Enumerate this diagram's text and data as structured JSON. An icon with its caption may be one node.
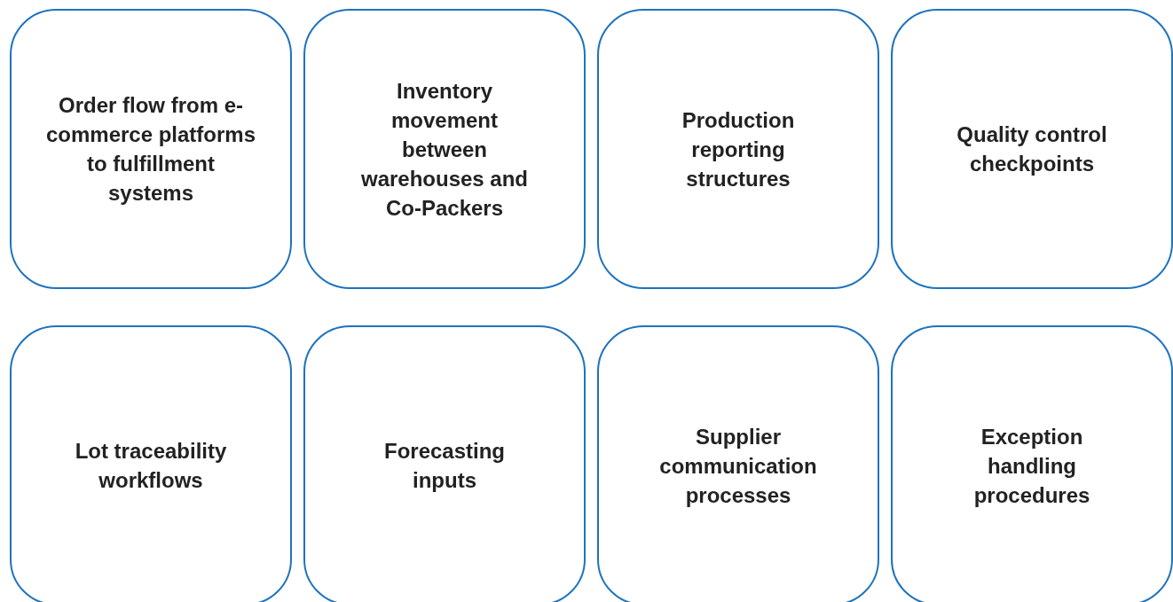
{
  "diagram": {
    "nodes": [
      {
        "text": [
          "Order flow from e-commerce platforms to fulfillment systems"
        ]
      },
      {
        "text": [
          "Inventory movement between warehouses and Co-Packers"
        ]
      },
      {
        "text": [
          "Production reporting structures"
        ]
      },
      {
        "text": [
          "Quality control checkpoints"
        ]
      },
      {
        "text": [
          "Lot traceability workflows"
        ]
      },
      {
        "text": [
          "Forecasting inputs"
        ]
      },
      {
        "text": [
          "Supplier communication processes"
        ]
      },
      {
        "text": [
          "Exception handling procedures"
        ]
      }
    ]
  }
}
